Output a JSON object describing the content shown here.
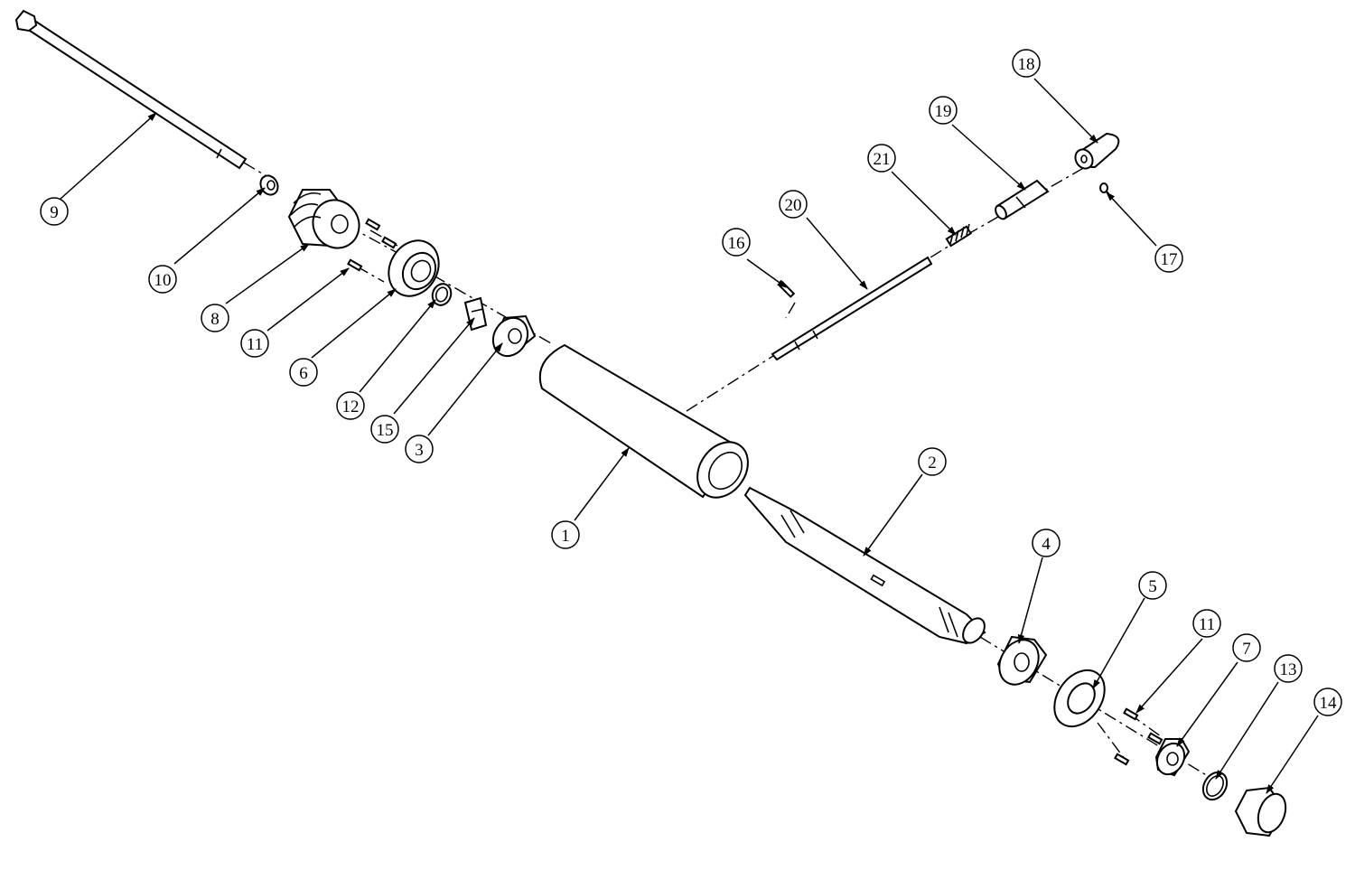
{
  "callouts": [
    {
      "label": "1"
    },
    {
      "label": "2"
    },
    {
      "label": "3"
    },
    {
      "label": "4"
    },
    {
      "label": "5"
    },
    {
      "label": "6"
    },
    {
      "label": "7"
    },
    {
      "label": "8"
    },
    {
      "label": "9"
    },
    {
      "label": "10"
    },
    {
      "label": "11"
    },
    {
      "label": "11"
    },
    {
      "label": "12"
    },
    {
      "label": "13"
    },
    {
      "label": "14"
    },
    {
      "label": "15"
    },
    {
      "label": "16"
    },
    {
      "label": "17"
    },
    {
      "label": "18"
    },
    {
      "label": "19"
    },
    {
      "label": "20"
    },
    {
      "label": "21"
    }
  ]
}
